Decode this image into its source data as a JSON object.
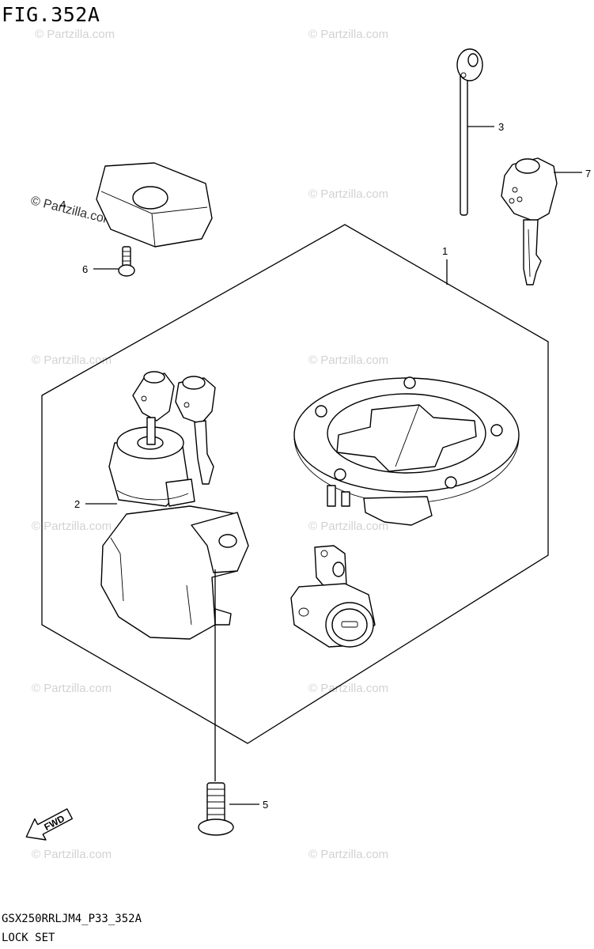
{
  "header": {
    "figure_id": "FIG.352A"
  },
  "footer": {
    "diagram_code": "GSX250RRLJM4_P33_352A",
    "caption": "LOCK SET"
  },
  "callouts": [
    "1",
    "2",
    "3",
    "4",
    "5",
    "6",
    "7"
  ],
  "direction_arrow": {
    "label": "FWD"
  },
  "watermark": {
    "text": "© Partzilla.com"
  }
}
